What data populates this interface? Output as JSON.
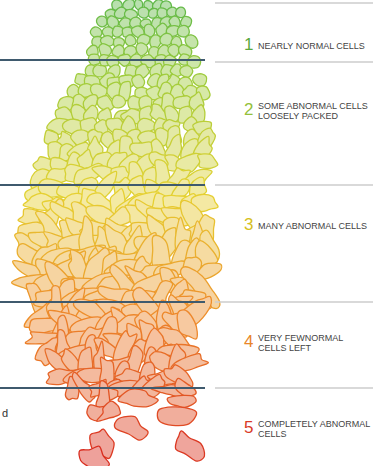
{
  "diagram": {
    "labels": [
      "1",
      "NEARLY NORMAL CELLS",
      "2",
      "SOME ABNORMAL CELLS LOOSELY PACKED",
      "3",
      "MANY ABNORMAL CELLS",
      "4",
      "VERY FEWNORMAL CELLS LEFT",
      "5",
      "COMPLETELY ABNORMAL CELLS",
      "d"
    ]
  }
}
